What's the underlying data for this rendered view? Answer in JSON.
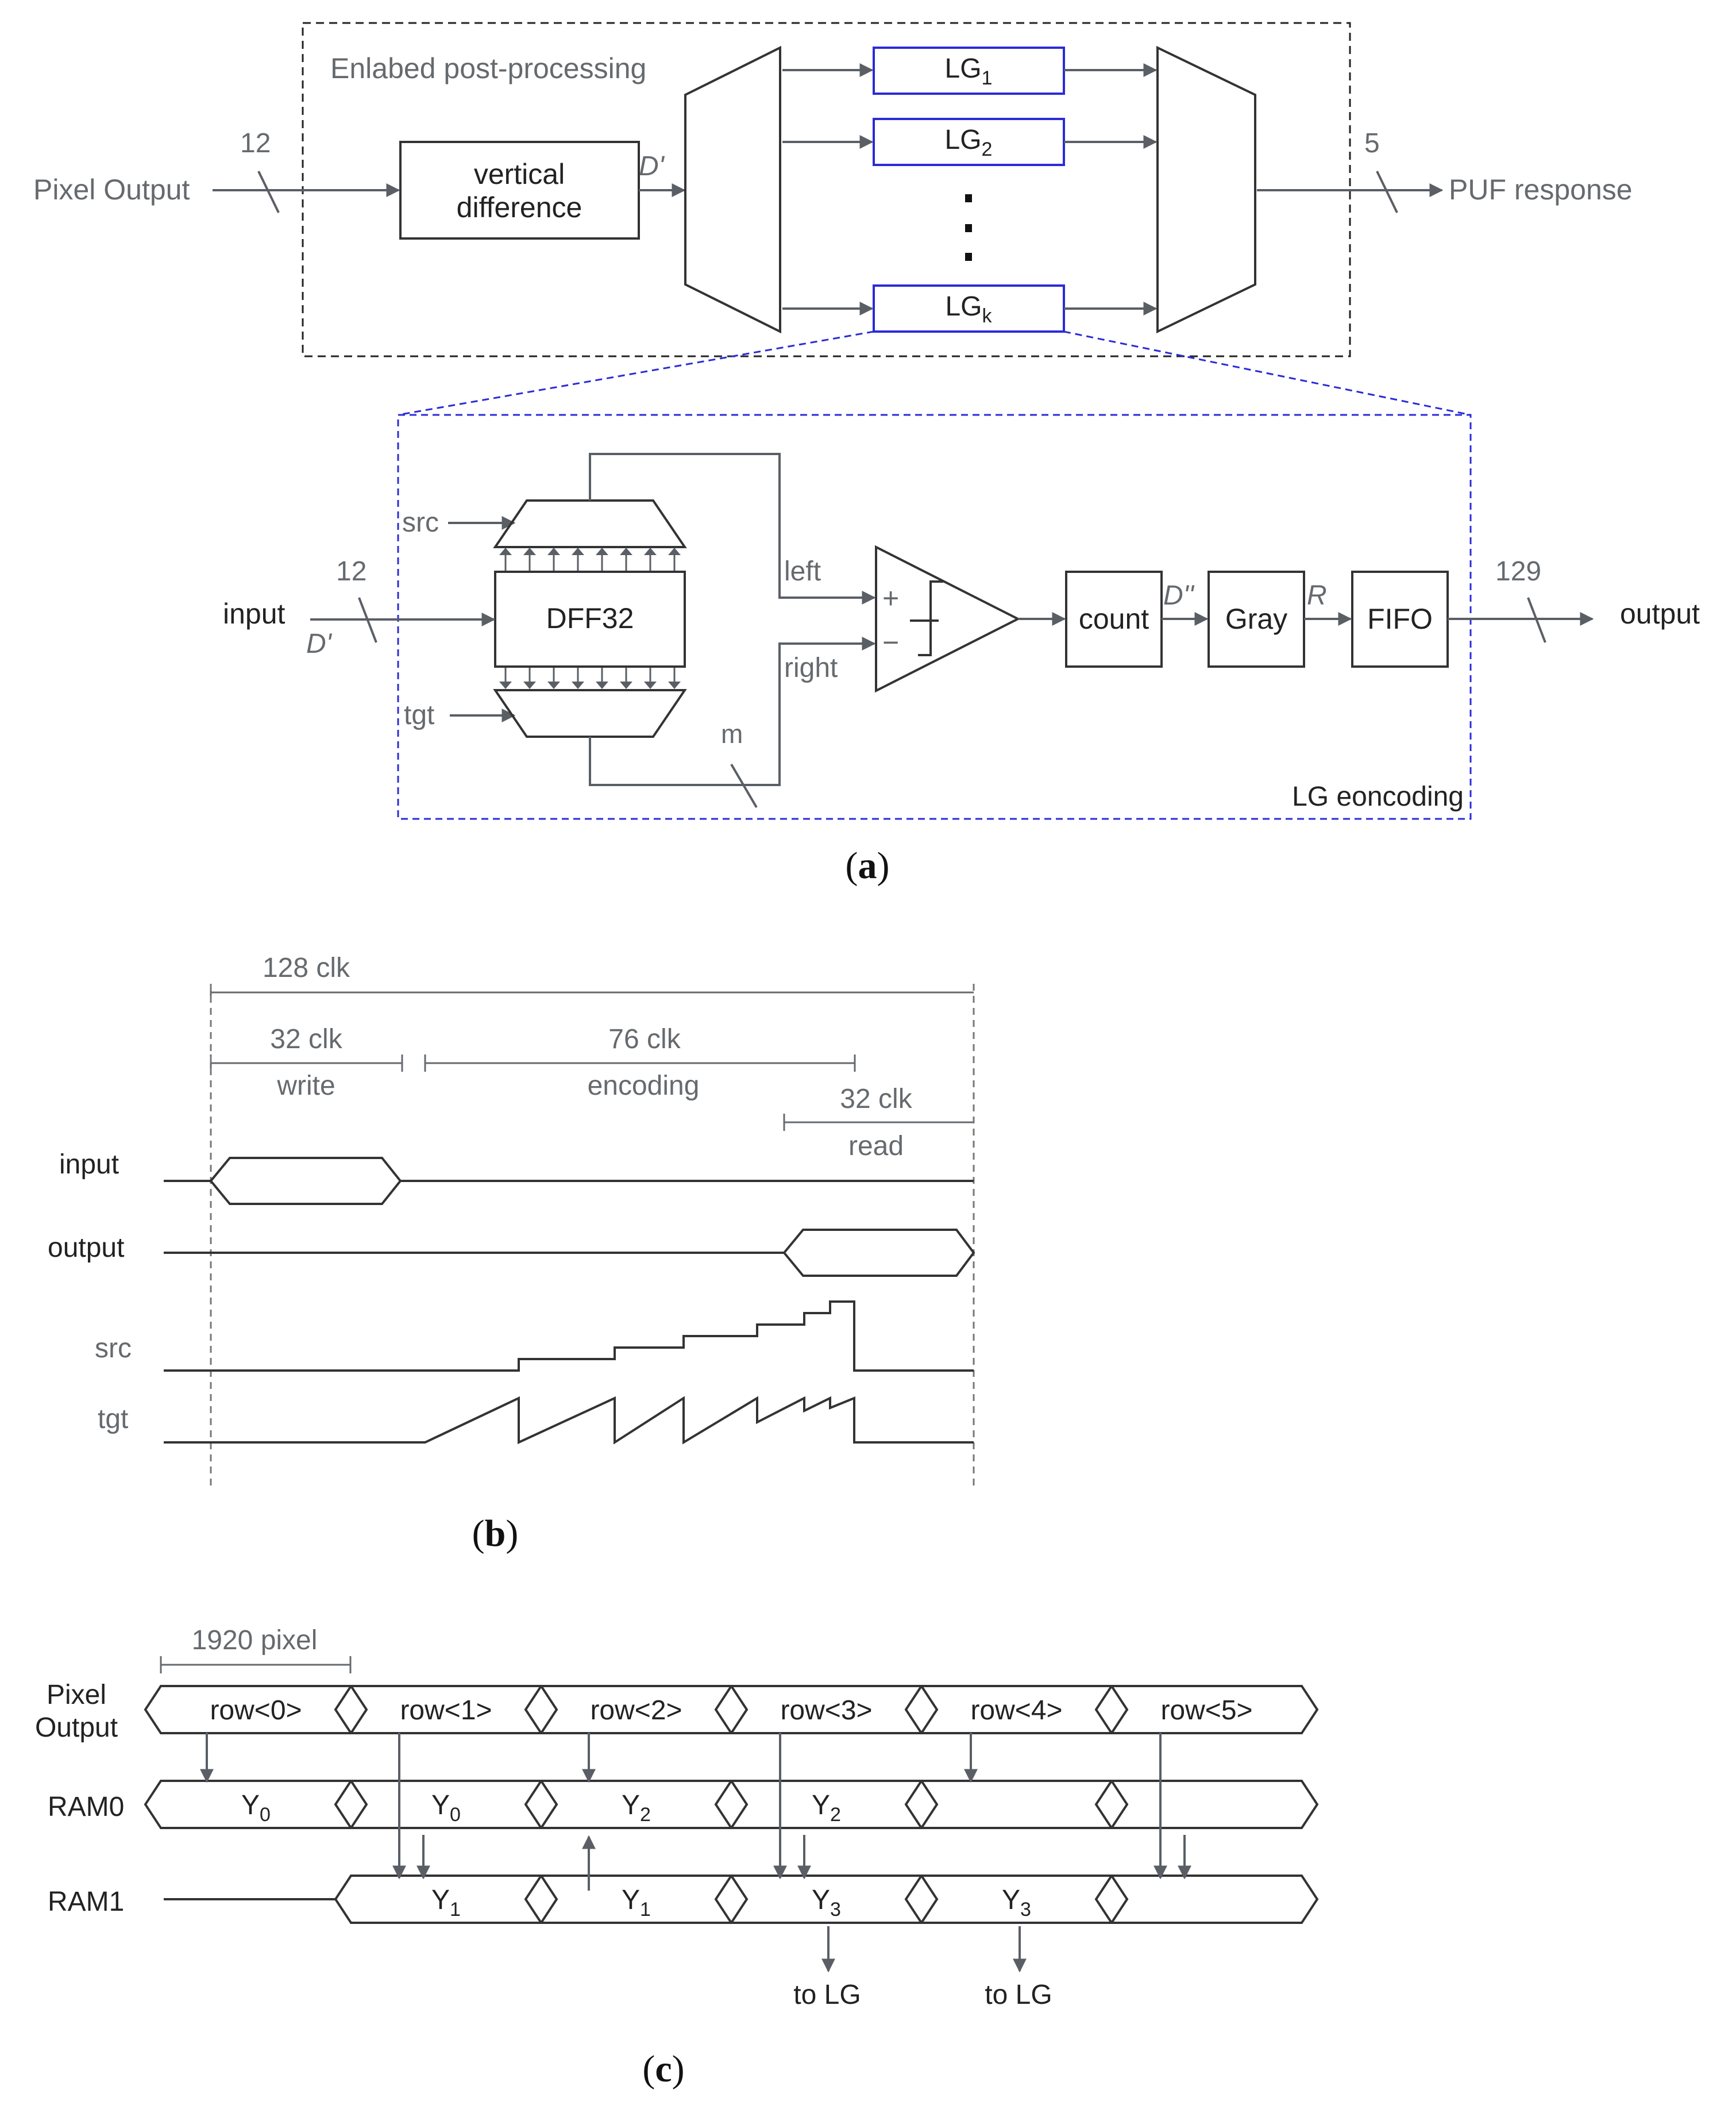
{
  "panel_a": {
    "post_processing_label": "Enlabed post-processing",
    "pixel_output": "Pixel Output",
    "bus_in_width": "12",
    "vertical_difference_line1": "vertical",
    "vertical_difference_line2": "difference",
    "d_prime": "D'",
    "lg_base": "LG",
    "lg1_sub": "1",
    "lg2_sub": "2",
    "lgk_sub": "k",
    "bus_out_width": "5",
    "puf_response": "PUF response",
    "src": "src",
    "tgt": "tgt",
    "input": "input",
    "input_width": "12",
    "input_d_prime": "D'",
    "dff": "DFF32",
    "left": "left",
    "right": "right",
    "plus": "+",
    "minus": "−",
    "m": "m",
    "count": "count",
    "d_double_prime": "D''",
    "gray": "Gray",
    "r": "R",
    "fifo": "FIFO",
    "output_width": "129",
    "output": "output",
    "lg_encoding_label": "LG eoncoding",
    "caption": "a"
  },
  "panel_b": {
    "total_clk": "128 clk",
    "write_clk": "32 clk",
    "write": "write",
    "encoding_clk": "76 clk",
    "encoding": "encoding",
    "read_clk": "32 clk",
    "read": "read",
    "input": "input",
    "output": "output",
    "src": "src",
    "tgt": "tgt",
    "caption": "b"
  },
  "panel_c": {
    "span": "1920 pixel",
    "pixel_output_line1": "Pixel",
    "pixel_output_line2": "Output",
    "ram0": "RAM0",
    "ram1": "RAM1",
    "rows": [
      "row<0>",
      "row<1>",
      "row<2>",
      "row<3>",
      "row<4>",
      "row<5>"
    ],
    "y_base": "Y",
    "ram0_subs": [
      "0",
      "0",
      "2",
      "2",
      "",
      ""
    ],
    "ram1_subs": [
      "",
      "1",
      "1",
      "3",
      "3",
      ""
    ],
    "to_lg": "to LG",
    "caption": "c"
  },
  "colors": {
    "line": "#333333",
    "wire": "#5a5f66",
    "gray_text": "#666a6e",
    "blue": "#2b2bd9"
  }
}
